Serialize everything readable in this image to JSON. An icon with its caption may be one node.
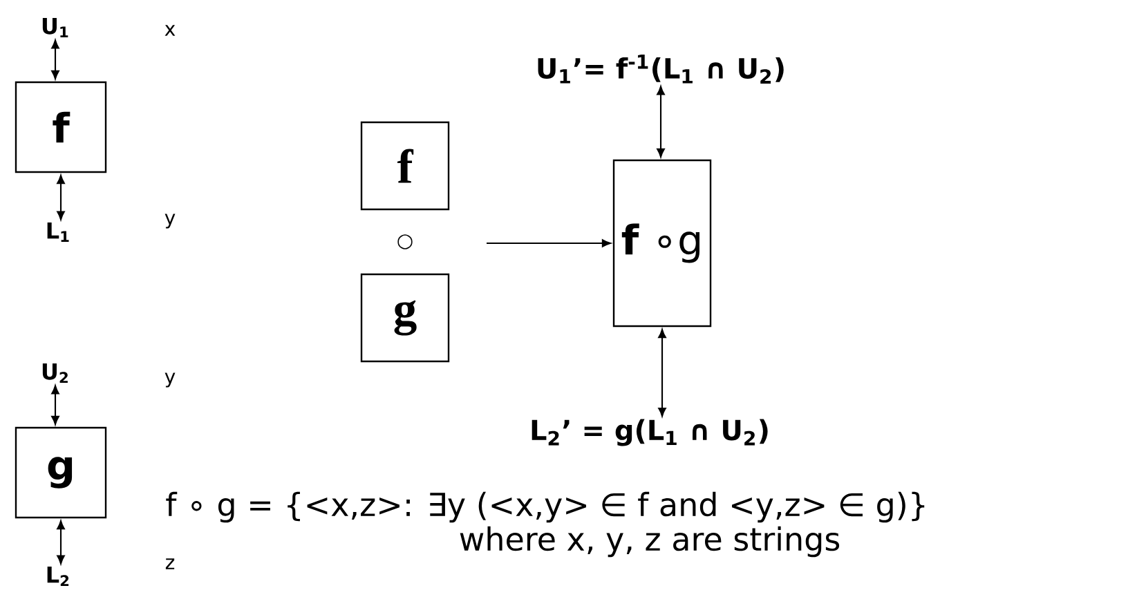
{
  "diagram": {
    "nodes": [
      {
        "text": [
          "f"
        ]
      },
      {
        "text": [
          "U$_{1}$"
        ]
      },
      {
        "text": [
          "L$_{1}$"
        ]
      },
      {
        "text": [
          "g"
        ]
      },
      {
        "text": [
          "U$_{2}$"
        ]
      },
      {
        "text": [
          "L$_{2}$"
        ]
      },
      {
        "text": [
          "f"
        ]
      },
      {
        "text": [
          "g"
        ]
      },
      {
        "text": [
          "**f** ∘g"
        ]
      },
      {
        "text": [
          "U$_{1}$’= f$^{-1}$(L$_{1}$ ∩ U$_{2}$)"
        ]
      },
      {
        "text": [
          "L$_{2}$’ = g(L$_{1}$ ∩ U$_{2}$)"
        ]
      }
    ],
    "edges": [
      {
        "from": 1,
        "to": 0,
        "arrow": "both"
      },
      {
        "from": 0,
        "to": 2,
        "arrow": "both"
      },
      {
        "from": 4,
        "to": 3,
        "arrow": "both"
      },
      {
        "from": 3,
        "to": 5,
        "arrow": "both"
      },
      {
        "from": null,
        "to": 8,
        "arrow": "to"
      },
      {
        "from": 9,
        "to": 8,
        "arrow": "both"
      },
      {
        "from": 8,
        "to": 10,
        "arrow": "both"
      }
    ],
    "labels": [
      "x",
      "y",
      "○",
      "y",
      "f ∘ g = {<x,z>: ∃y (<x,y> ∈ f  and  <y,z> ∈ g)}",
      "z",
      "where x, y, z are strings"
    ]
  }
}
